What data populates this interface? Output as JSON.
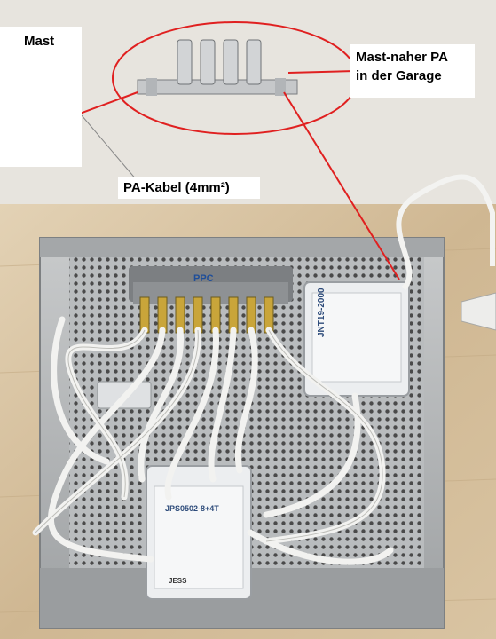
{
  "labels": {
    "mast": "Mast",
    "pa_line1": "Mast-naher PA",
    "pa_line2": "in der Garage",
    "cable": "PA-Kabel (4mm²)"
  },
  "devices": {
    "power_supply_model": "JNT19-2000",
    "multiswitch_model": "JPS0502-8+4T",
    "brand_top": "PPC",
    "brand_bottom": "JESS"
  },
  "colors": {
    "background_wood": "#d9c6a7",
    "annotation_red": "#e02020",
    "mounting_plate": "#a9acae",
    "device_white": "#eceef0",
    "cable_white": "#f2f2f0"
  }
}
